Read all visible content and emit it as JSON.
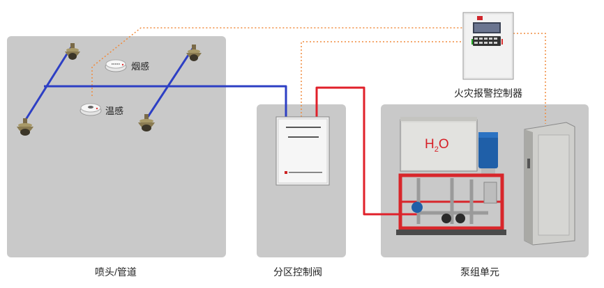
{
  "labels": {
    "smoke_detector": "烟感",
    "heat_detector": "温感",
    "alarm_controller": "火灾报警控制器",
    "nozzle_pipe": "喷头/管道",
    "zone_valve": "分区控制阀",
    "pump_unit": "泵组单元",
    "tank_text_main": "H",
    "tank_text_sub": "2",
    "tank_text_end": "O"
  },
  "colors": {
    "panel": "#c9c9c9",
    "pipe_blue": "#2d3fc4",
    "pipe_red": "#e0202a",
    "signal_dotted": "#f08a3c",
    "pump_frame": "#d8262b",
    "pump_motor": "#1f5fa8"
  }
}
